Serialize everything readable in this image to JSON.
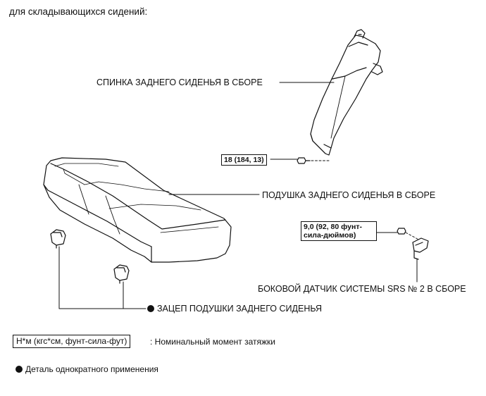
{
  "heading": "для складывающихся сидений:",
  "labels": {
    "seatback": "СПИНКА ЗАДНЕГО СИДЕНЬЯ В СБОРЕ",
    "cushion": "ПОДУШКА ЗАДНЕГО СИДЕНЬЯ В СБОРЕ",
    "sensor": "БОКОВОЙ ДАТЧИК СИСТЕМЫ SRS № 2 В СБОРЕ",
    "hook": "ЗАЦЕП ПОДУШКИ ЗАДНЕГО СИДЕНЬЯ"
  },
  "torque": {
    "seatback_bolt": "18 (184, 13)",
    "sensor_bolt_line1": "9,0 (92, 80 фунт-",
    "sensor_bolt_line2": "сила-дюймов)"
  },
  "legend": {
    "unit_box": "Н*м (кгс*см, фунт-сила-фут)",
    "unit_desc": ": Номинальный момент затяжки",
    "single_use": "Деталь однократного применения"
  }
}
